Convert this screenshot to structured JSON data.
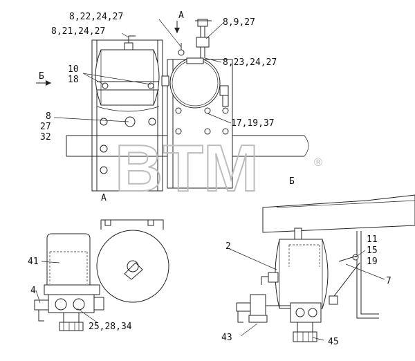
{
  "callouts": {
    "c1": "8,22,24,27",
    "c2": "8,21,24,27",
    "c3": "8,9,27",
    "c4": "8,23,24,27",
    "c5a": "10",
    "c5b": "18",
    "c6a": "8",
    "c6b": "27",
    "c6c": "32",
    "c7": "17,19,37",
    "c8": "41",
    "c9": "4",
    "c10": "25,28,34",
    "c11": "2",
    "c12a": "11",
    "c12b": "15",
    "c12c": "19",
    "c13": "7",
    "c14": "43",
    "c15": "45"
  },
  "view_marks": {
    "a_top": "A",
    "a_bottom": "A",
    "b_left": "Б",
    "b_right": "Б"
  },
  "watermark": {
    "text": "BTM",
    "registered": "®"
  },
  "colors": {
    "line": "#222222",
    "watermark": "#bdbdbd"
  }
}
